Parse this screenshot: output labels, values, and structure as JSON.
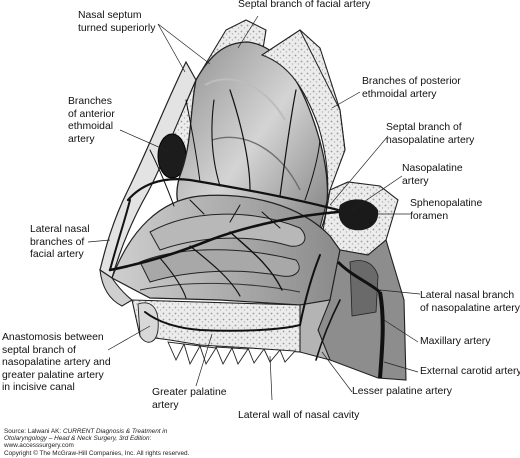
{
  "labels": {
    "septal_facial": "Septal branch of facial artery",
    "nasal_septum": [
      "Nasal septum",
      "turned superiorly"
    ],
    "posterior_ethmoid": [
      "Branches of posterior",
      "ethmoidal artery"
    ],
    "anterior_ethmoid": [
      "Branches",
      "of anterior",
      "ethmoidal",
      "artery"
    ],
    "septal_nasopalatine": [
      "Septal branch of",
      "nasopalatine artery"
    ],
    "nasopalatine": [
      "Nasopalatine",
      "artery"
    ],
    "sphenopalatine": [
      "Sphenopalatine",
      "foramen"
    ],
    "lateral_nasal_facial": [
      "Lateral nasal",
      "branches of",
      "facial artery"
    ],
    "lateral_nasal_nasopalatine": [
      "Lateral nasal branch",
      "of nasopalatine artery"
    ],
    "maxillary": "Maxillary artery",
    "anastomosis": [
      "Anastomosis between",
      "septal branch of",
      "nasopalatine artery and",
      "greater palatine artery",
      "in incisive canal"
    ],
    "external_carotid": "External carotid artery",
    "lesser_palatine": "Lesser palatine artery",
    "greater_palatine": [
      "Greater palatine",
      "artery"
    ],
    "lateral_wall": "Lateral wall of nasal cavity"
  },
  "credit": {
    "line1_prefix": "Source: Lalwani AK: ",
    "line1_title": "CURRENT Diagnosis & Treatment in",
    "line2_title": "Otolaryngology – Head & Neck Surgery, 3rd Edition",
    "line2_suffix": ":",
    "line3": "www.accesssurgery.com",
    "line4": "Copyright © The McGraw-Hill Companies, Inc. All rights reserved."
  },
  "colors": {
    "tissue_light": "#d2d2d2",
    "tissue_mid": "#9c9c9c",
    "tissue_dark": "#5a5a5a",
    "bone_stipple": "#e6e6e6",
    "vessel": "#111111",
    "leader": "#222222"
  }
}
